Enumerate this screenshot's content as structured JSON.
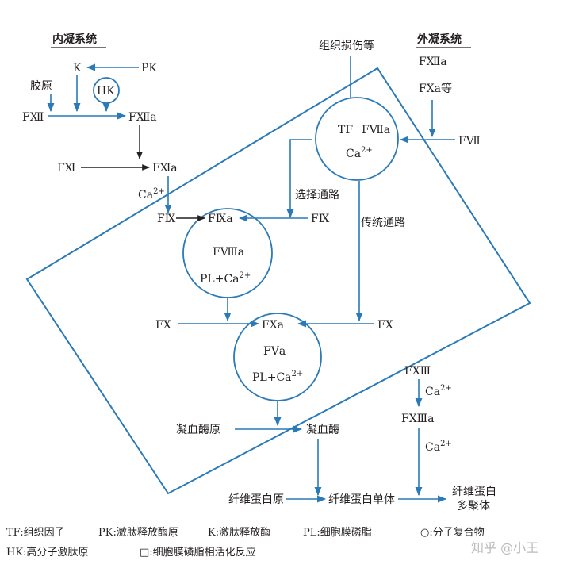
{
  "headers": {
    "intrinsic": "内凝系统",
    "extrinsic": "外凝系统"
  },
  "intrinsic": {
    "k": "K",
    "pk": "PK",
    "kaolin": "胶原",
    "hk": "HK",
    "f12": "FⅫ",
    "f12a": "FⅫa",
    "f11": "FⅪ",
    "f11a": "FⅪa",
    "ca_text": "Ca",
    "ca_sup": "2+"
  },
  "tf_complex": {
    "trigger": "组织损伤等",
    "line1_tf": "TF",
    "line1_f7a": "FⅦa",
    "ca": "Ca",
    "ca_sup": "2+",
    "f7": "FⅦ",
    "ext_f12a": "FⅫa",
    "ext_f10a": "FⅩa等"
  },
  "paths": {
    "selective": "选择通路",
    "traditional": "传统通路"
  },
  "tenase": {
    "f9_left": "FⅨ",
    "f9_right": "FⅨ",
    "f9a": "FⅨa",
    "f8a": "FⅧa",
    "pl": "PL+Ca",
    "pl_sup": "2+"
  },
  "prothrombinase": {
    "f10_left": "FⅩ",
    "f10_right": "FⅩ",
    "f10a": "FⅩa",
    "f5a": "FⅤa",
    "pl": "PL+Ca",
    "pl_sup": "2+"
  },
  "thrombin": {
    "prothrombin": "凝血酶原",
    "thrombin": "凝血酶"
  },
  "fibrin": {
    "f13": "FⅩⅢ",
    "ca1": "Ca",
    "ca1_sup": "2+",
    "f13a": "FⅩⅢa",
    "ca2": "Ca",
    "ca2_sup": "2+",
    "fibrinogen": "纤维蛋白原",
    "monomer": "纤维蛋白单体",
    "polymer_line1": "纤维蛋白",
    "polymer_line2": "多聚体"
  },
  "legend": {
    "row1": [
      "TF:组织因子",
      "PK:激肽释放酶原",
      "K:激肽释放酶",
      "PL:细胞膜磷脂",
      "○:分子复合物"
    ],
    "row2": [
      "HK:高分子激肽原",
      "□:细胞膜磷脂相活化反应"
    ]
  },
  "watermark": "知乎 @小王",
  "colors": {
    "line": "#2a7ab8",
    "text": "#231f20"
  }
}
